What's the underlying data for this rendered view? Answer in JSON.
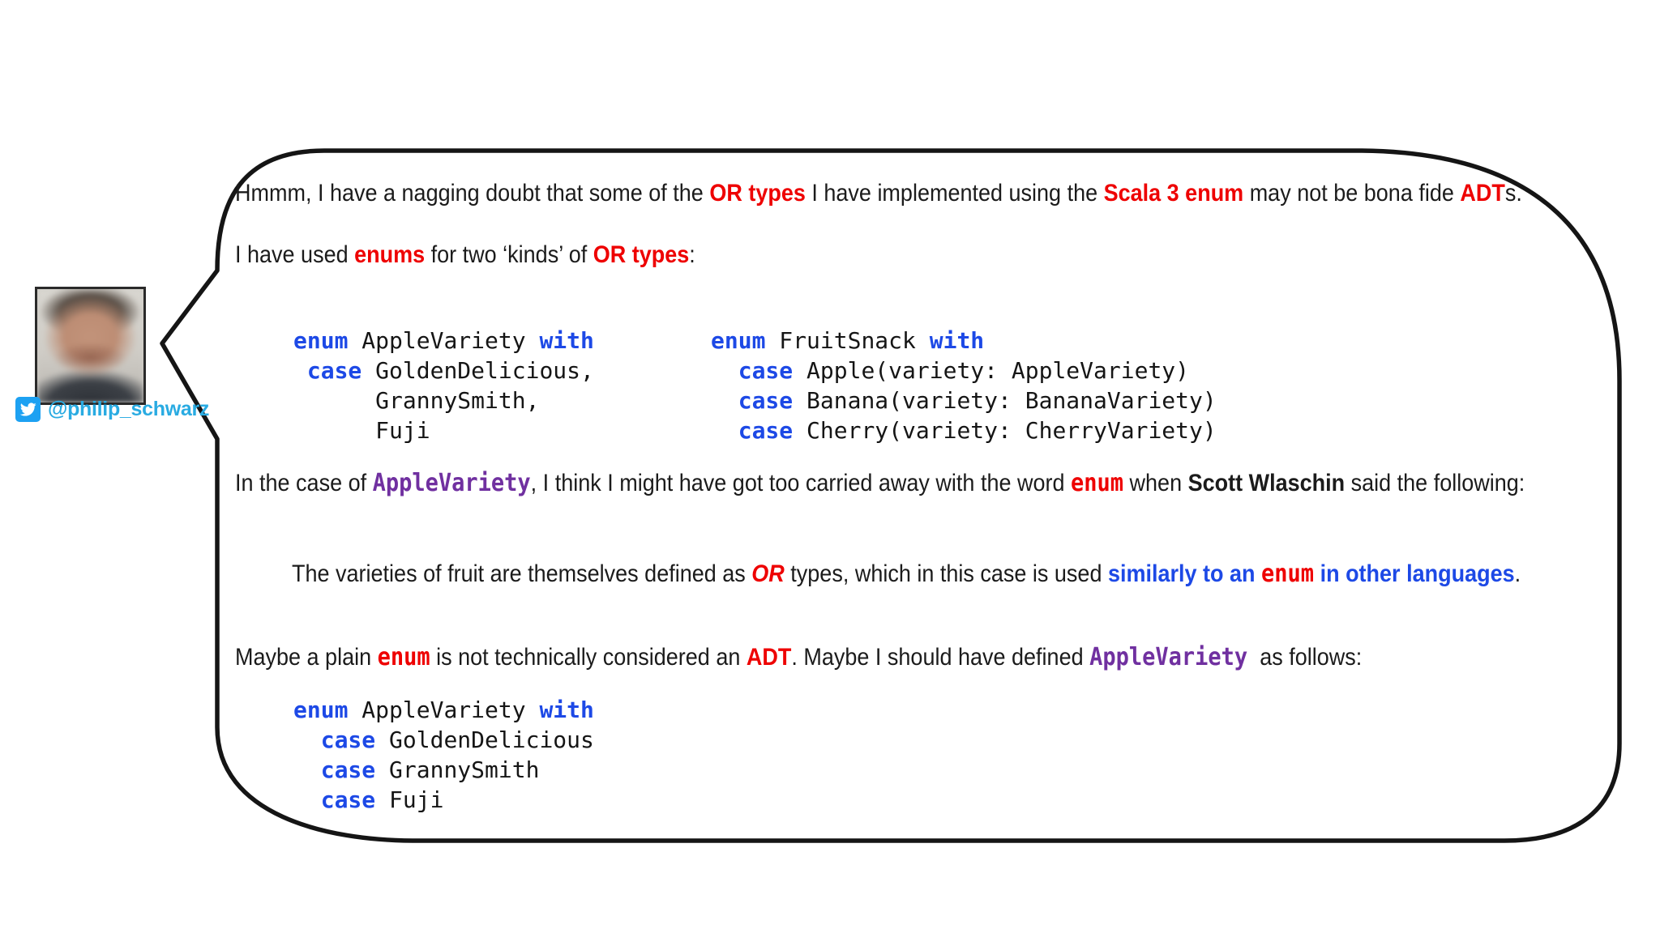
{
  "colors": {
    "accent_red": "#ee0000",
    "keyword_blue": "#1d49e6",
    "purple": "#7030a0",
    "twitter_blue": "#29abe2",
    "twitter_badge_blue": "#1da1f2",
    "outline": "#151515"
  },
  "speaker": {
    "handle": "@philip_schwarz",
    "icon": "twitter-bird-icon"
  },
  "bubble": {
    "p1": [
      {
        "t": "Hmmm, I have a nagging doubt that some of the ",
        "s": "plain"
      },
      {
        "t": "OR types",
        "s": "red"
      },
      {
        "t": " I have implemented using the ",
        "s": "plain"
      },
      {
        "t": "Scala 3 enum",
        "s": "red"
      },
      {
        "t": " may not be bona fide ",
        "s": "plain"
      },
      {
        "t": "ADT",
        "s": "red"
      },
      {
        "t": "s.",
        "s": "plain"
      }
    ],
    "p2": [
      {
        "t": "I have used ",
        "s": "plain"
      },
      {
        "t": "enums",
        "s": "red"
      },
      {
        "t": " for two ‘kinds’ of ",
        "s": "plain"
      },
      {
        "t": "OR types",
        "s": "red"
      },
      {
        "t": ":",
        "s": "plain"
      }
    ],
    "p3": [
      {
        "t": "In the case of ",
        "s": "plain"
      },
      {
        "t": "AppleVariety",
        "s": "monoPurple"
      },
      {
        "t": ", I think I might have got too carried away with the word ",
        "s": "plain"
      },
      {
        "t": "enum",
        "s": "monoRed"
      },
      {
        "t": " when ",
        "s": "plain"
      },
      {
        "t": "Scott Wlaschin",
        "s": "bold"
      },
      {
        "t": " said the following:",
        "s": "plain"
      }
    ],
    "quote": [
      {
        "t": "The varieties of fruit are themselves defined as ",
        "s": "plain"
      },
      {
        "t": "OR",
        "s": "redItalic"
      },
      {
        "t": " types, which in this case is used ",
        "s": "plain"
      },
      {
        "t": "similarly to an ",
        "s": "blue"
      },
      {
        "t": "enum",
        "s": "monoRed"
      },
      {
        "t": " in other languages",
        "s": "blue"
      },
      {
        "t": ".",
        "s": "plain"
      }
    ],
    "p4": [
      {
        "t": "Maybe a plain ",
        "s": "plain"
      },
      {
        "t": "enum",
        "s": "monoRed"
      },
      {
        "t": " is not technically considered an ",
        "s": "plain"
      },
      {
        "t": "ADT",
        "s": "red"
      },
      {
        "t": ". Maybe I should have defined ",
        "s": "plain"
      },
      {
        "t": "AppleVariety",
        "s": "monoPurple"
      },
      {
        "t": "  as follows:",
        "s": "plain"
      }
    ],
    "code_apple_variety": [
      [
        {
          "t": "enum",
          "s": "kw"
        },
        {
          "t": " AppleVariety ",
          "s": "c"
        },
        {
          "t": "with",
          "s": "kw"
        }
      ],
      [
        {
          "t": " ",
          "s": "c"
        },
        {
          "t": "case",
          "s": "kw"
        },
        {
          "t": " GoldenDelicious,",
          "s": "c"
        }
      ],
      [
        {
          "t": "      GrannySmith,",
          "s": "c"
        }
      ],
      [
        {
          "t": "      Fuji",
          "s": "c"
        }
      ]
    ],
    "code_fruit_snack": [
      [
        {
          "t": "enum",
          "s": "kw"
        },
        {
          "t": " FruitSnack ",
          "s": "c"
        },
        {
          "t": "with",
          "s": "kw"
        }
      ],
      [
        {
          "t": "  ",
          "s": "c"
        },
        {
          "t": "case",
          "s": "kw"
        },
        {
          "t": " Apple(variety: AppleVariety)",
          "s": "c"
        }
      ],
      [
        {
          "t": "  ",
          "s": "c"
        },
        {
          "t": "case",
          "s": "kw"
        },
        {
          "t": " Banana(variety: BananaVariety)",
          "s": "c"
        }
      ],
      [
        {
          "t": "  ",
          "s": "c"
        },
        {
          "t": "case",
          "s": "kw"
        },
        {
          "t": " Cherry(variety: CherryVariety)",
          "s": "c"
        }
      ]
    ],
    "code_apple_variety_v2": [
      [
        {
          "t": "enum",
          "s": "kw"
        },
        {
          "t": " AppleVariety ",
          "s": "c"
        },
        {
          "t": "with",
          "s": "kw"
        }
      ],
      [
        {
          "t": "  ",
          "s": "c"
        },
        {
          "t": "case",
          "s": "kw"
        },
        {
          "t": " GoldenDelicious",
          "s": "c"
        }
      ],
      [
        {
          "t": "  ",
          "s": "c"
        },
        {
          "t": "case",
          "s": "kw"
        },
        {
          "t": " GrannySmith",
          "s": "c"
        }
      ],
      [
        {
          "t": "  ",
          "s": "c"
        },
        {
          "t": "case",
          "s": "kw"
        },
        {
          "t": " Fuji",
          "s": "c"
        }
      ]
    ]
  }
}
